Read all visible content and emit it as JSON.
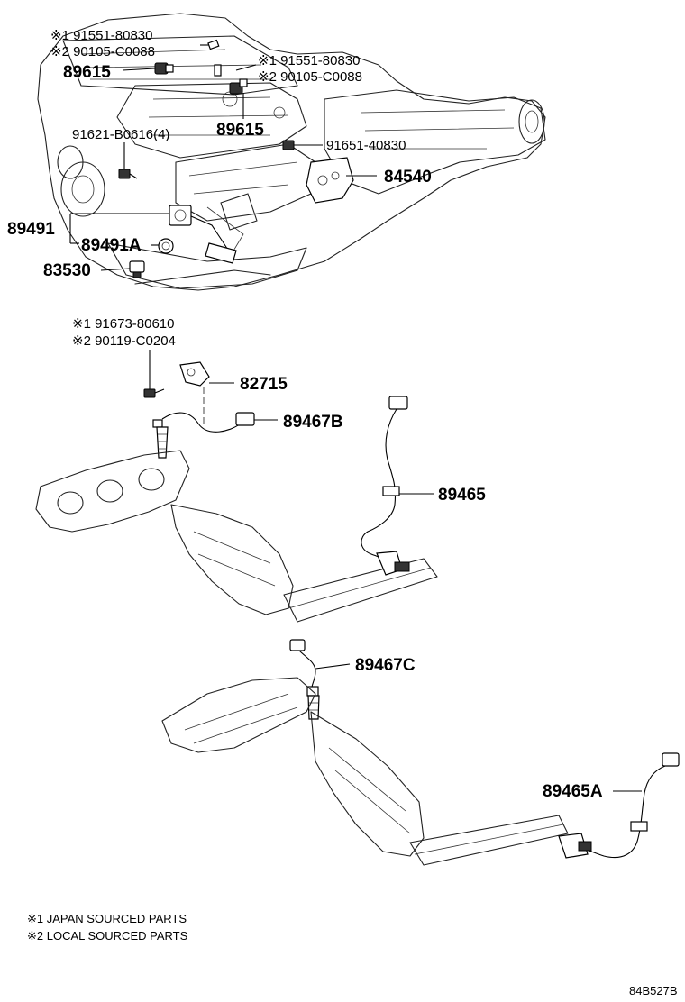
{
  "callouts": {
    "ref_89615_top_1": "※1 91551-80830",
    "ref_89615_top_2": "※2 90105-C0088",
    "part_89615_left": "89615",
    "ref_89615_right_1": "※1 91551-80830",
    "ref_89615_right_2": "※2 90105-C0088",
    "part_91621": "91621-B0616(4)",
    "part_89615_right": "89615",
    "part_91651": "91651-40830",
    "part_84540": "84540",
    "part_89491": "89491",
    "part_89491A": "89491A",
    "part_83530": "83530",
    "ref_82715_1": "※1 91673-80610",
    "ref_82715_2": "※2 90119-C0204",
    "part_82715": "82715",
    "part_89467B": "89467B",
    "part_89465": "89465",
    "part_89467C": "89467C",
    "part_89465A": "89465A"
  },
  "notes": {
    "note_1": "※1 JAPAN SOURCED PARTS",
    "note_2": "※2 LOCAL SOURCED PARTS"
  },
  "figure_code": "84B527B"
}
